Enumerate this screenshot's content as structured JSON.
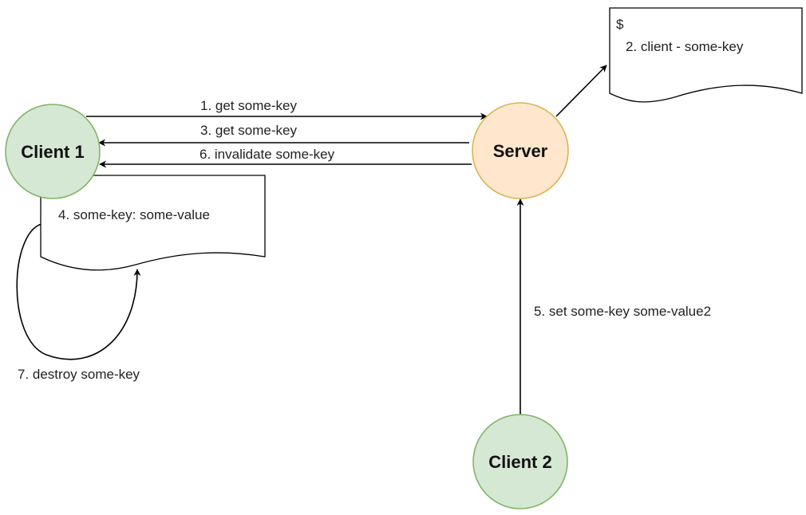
{
  "colors": {
    "client_fill": "#d5e8d4",
    "client_stroke": "#82b366",
    "server_fill": "#ffe6cc",
    "server_stroke": "#d6b656",
    "edge": "#000000",
    "text": "#222222"
  },
  "nodes": {
    "client1": {
      "label": "Client 1"
    },
    "server": {
      "label": "Server"
    },
    "client2": {
      "label": "Client 2"
    }
  },
  "documents": {
    "server_cache": {
      "symbol": "$",
      "line": "2. client  -  some-key"
    },
    "client_cache": {
      "symbol": "$",
      "line": "4. some-key: some-value"
    }
  },
  "edges": {
    "e1": {
      "label": "1. get some-key"
    },
    "e3": {
      "label": "3. get some-key"
    },
    "e6": {
      "label": "6. invalidate some-key"
    },
    "e5": {
      "label": "5. set some-key some-value2"
    },
    "e7": {
      "label": "7. destroy some-key"
    }
  }
}
